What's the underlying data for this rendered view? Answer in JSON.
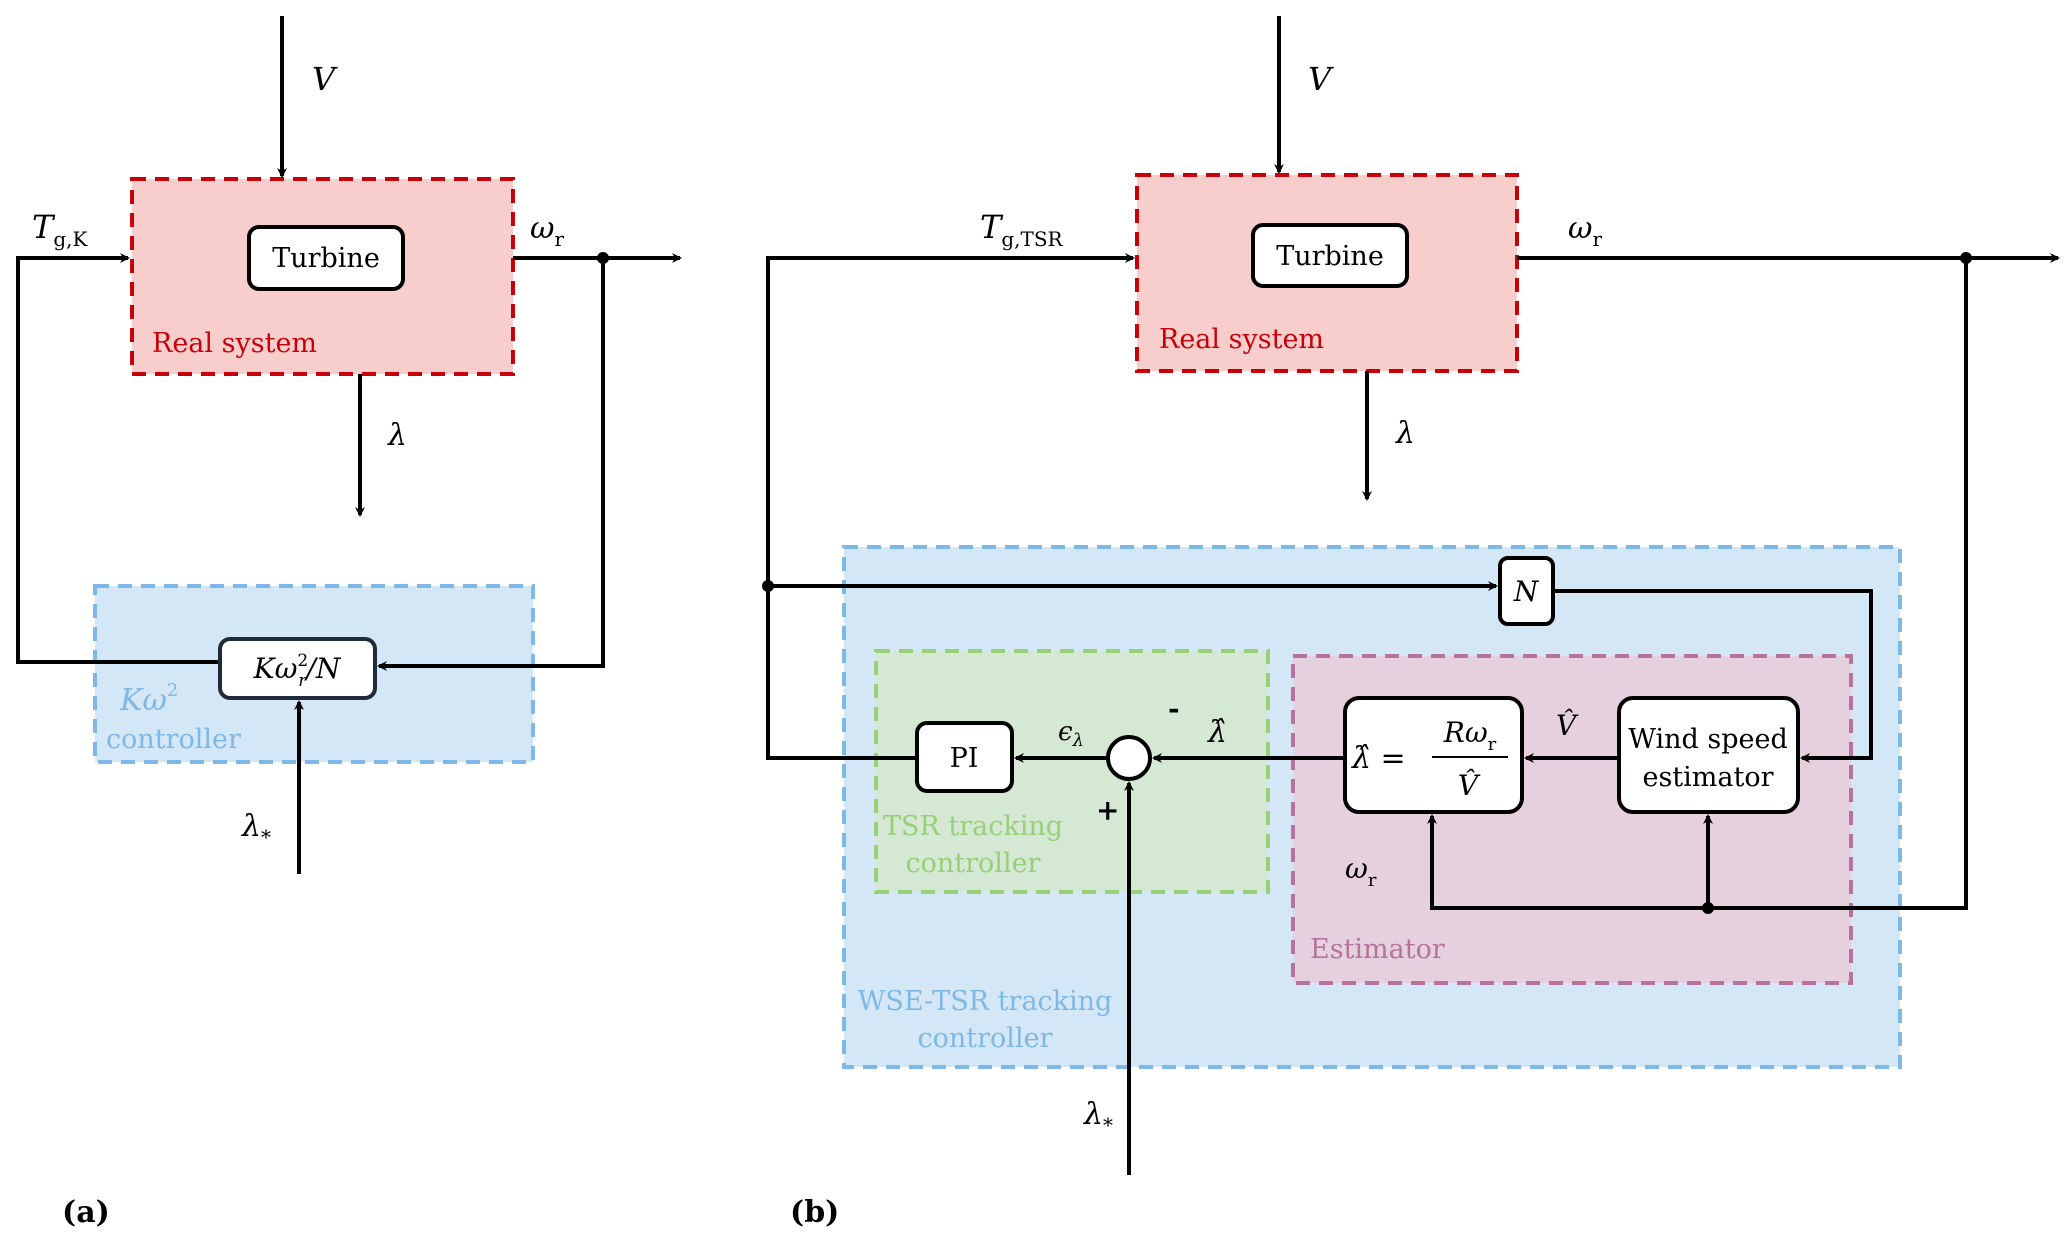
{
  "figure": {
    "panel_a": {
      "label": "(a)",
      "inputs": {
        "wind_speed": "V",
        "reference_tsr": "λ",
        "reference_tsr_sub": "*"
      },
      "real_system": {
        "group_label": "Real system",
        "block": "Turbine"
      },
      "signals": {
        "torque": "T",
        "torque_sub": "g,K",
        "rotor_speed": "ω",
        "rotor_speed_sub": "r",
        "tsr": "λ"
      },
      "controller": {
        "group_label_math": "Kω",
        "group_label_sup": "2",
        "group_label_text": "controller",
        "block_main": "Kω",
        "block_sup": "2",
        "block_sub": "r",
        "block_tail": "/N"
      }
    },
    "panel_b": {
      "label": "(b)",
      "inputs": {
        "wind_speed": "V",
        "reference_tsr": "λ",
        "reference_tsr_sub": "*"
      },
      "real_system": {
        "group_label": "Real system",
        "block": "Turbine"
      },
      "signals": {
        "torque": "T",
        "torque_sub": "g,TSR",
        "rotor_speed": "ω",
        "rotor_speed_sub": "r",
        "tsr": "λ",
        "error": "ϵ",
        "error_sub": "λ",
        "tsr_estimate": "λ̂",
        "wind_estimate": "V̂",
        "minus": "-",
        "plus": "+"
      },
      "gearbox_block": "N",
      "tsr_tracking": {
        "group_label_line1": "TSR tracking",
        "group_label_line2": "controller",
        "block": "PI"
      },
      "estimator": {
        "group_label": "Estimator",
        "formula_lhs": "λ̂ =",
        "formula_num": "Rω",
        "formula_num_sub": "r",
        "formula_den": "V̂",
        "wse_line1": "Wind speed",
        "wse_line2": "estimator"
      },
      "wse_tsr": {
        "group_label_line1": "WSE-TSR tracking",
        "group_label_line2": "controller"
      }
    },
    "colors": {
      "real_system_fill": "#f8cecc",
      "real_system_border": "#c8000a",
      "controller_fill": "#d4e7f7",
      "controller_border": "#7db8e8",
      "tsr_fill": "#d5e8d4",
      "tsr_border": "#97d077",
      "estimator_fill": "#e6d0de",
      "estimator_border": "#b5739d"
    }
  }
}
